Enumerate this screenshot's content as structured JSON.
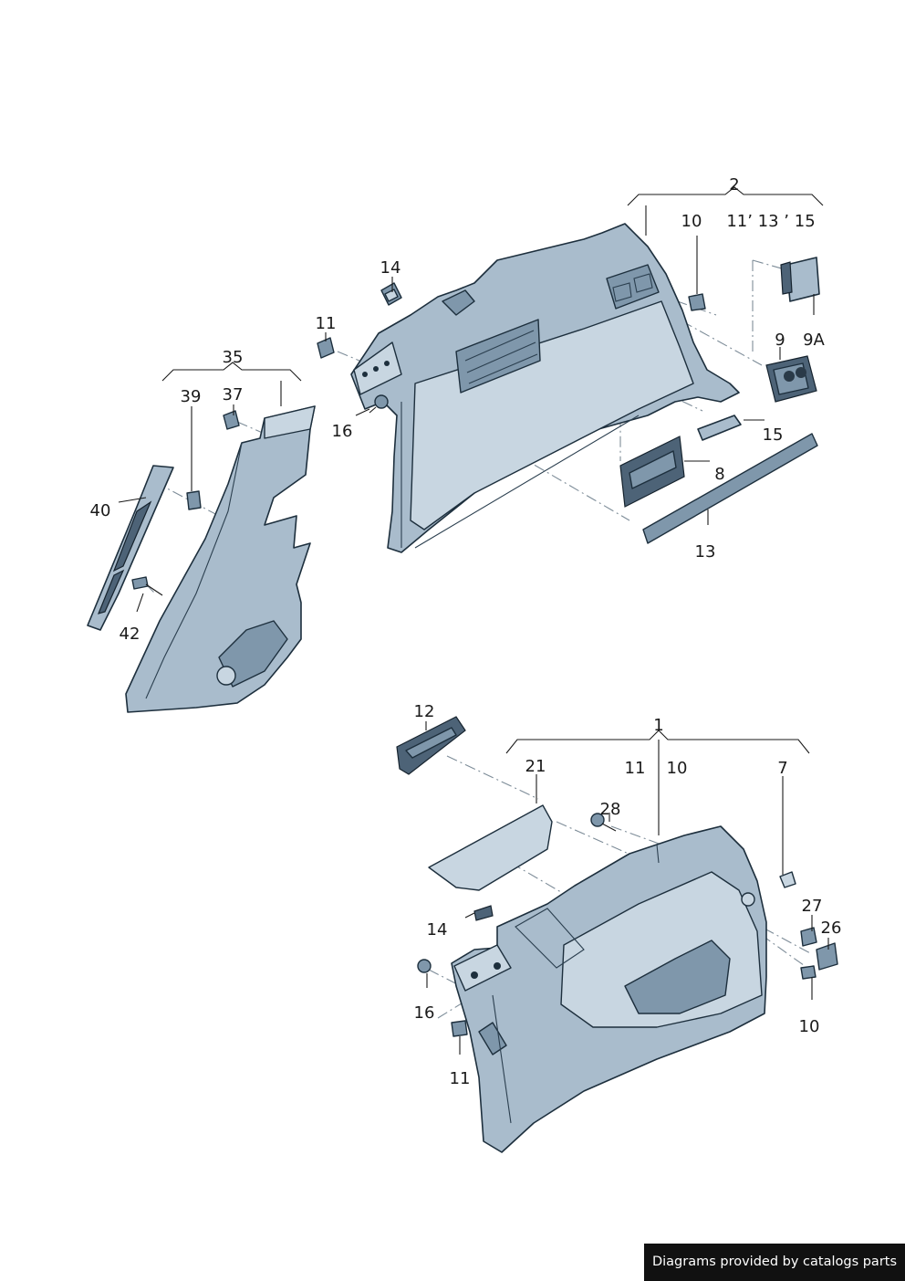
{
  "labels": {
    "l1": "1",
    "l2": "2",
    "l7": "7",
    "l8": "8",
    "l9": "9",
    "l9a": "9A",
    "l10_top": "10",
    "l10_mid": "10",
    "l10_bot": "10",
    "l11_top": "11",
    "l11_mid": "11",
    "l11_bot": "11",
    "l11_13_15": "11’ 13 ’ 15",
    "l12": "12",
    "l13": "13",
    "l14_top": "14",
    "l14_bot": "14",
    "l15": "15",
    "l16_top": "16",
    "l16_bot": "16",
    "l21": "21",
    "l26": "26",
    "l27": "27",
    "l28": "28",
    "l35": "35",
    "l37": "37",
    "l39": "39",
    "l40": "40",
    "l42": "42"
  },
  "credit": "Diagrams provided by catalogs parts",
  "colors": {
    "part_fill": "#a9bccc",
    "part_outline": "#1d2f3d",
    "credit_background": "#111111"
  }
}
